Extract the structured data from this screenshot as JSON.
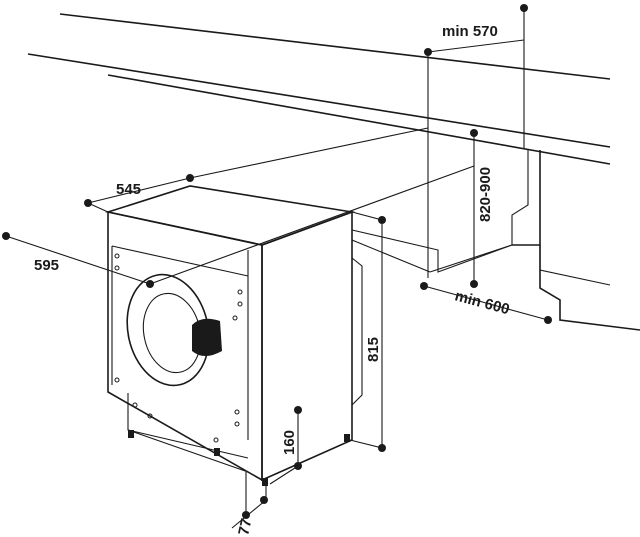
{
  "dimensions": {
    "min_depth": "min 570",
    "niche_height": "820-900",
    "depth": "545",
    "width": "595",
    "min_width": "min 600",
    "height": "815",
    "feet_height": "160",
    "feet_offset": "77"
  }
}
